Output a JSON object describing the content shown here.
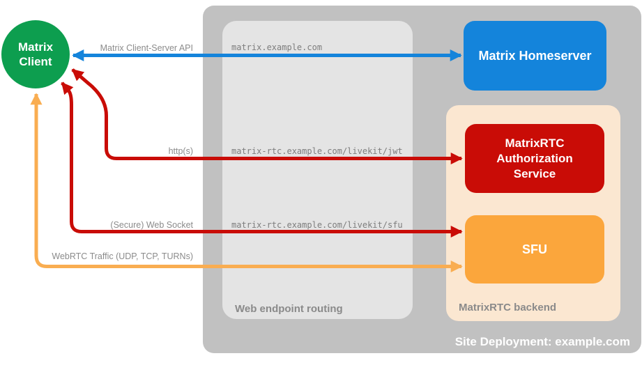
{
  "containers": {
    "site": {
      "label": "Site Deployment: example.com"
    },
    "routing": {
      "label": "Web endpoint routing",
      "endpoints": [
        "matrix.example.com",
        "matrix-rtc.example.com/livekit/jwt",
        "matrix-rtc.example.com/livekit/sfu"
      ]
    },
    "backend": {
      "label": "MatrixRTC backend"
    }
  },
  "nodes": {
    "client": {
      "label": "Matrix Client"
    },
    "homeserver": {
      "label": "Matrix Homeserver"
    },
    "auth_service": {
      "label": "MatrixRTC Authorization Service"
    },
    "sfu": {
      "label": "SFU"
    }
  },
  "arrows": [
    {
      "name": "matrix-client-server-api",
      "label": "Matrix Client-Server API",
      "from": "Matrix Client",
      "to": "Matrix Homeserver",
      "color": "#1484db",
      "bidirectional": true
    },
    {
      "name": "https",
      "label": "http(s)",
      "from": "Matrix Client",
      "to": "MatrixRTC Authorization Service",
      "color": "#c90c06",
      "bidirectional": true
    },
    {
      "name": "secure-web-socket",
      "label": "(Secure) Web Socket",
      "from": "Matrix Client",
      "to": "SFU",
      "color": "#c90c06",
      "bidirectional": true
    },
    {
      "name": "webrtc-traffic",
      "label": "WebRTC Traffic (UDP, TCP, TURNs)",
      "from": "Matrix Client",
      "to": "SFU",
      "color": "#f9ad51",
      "bidirectional": true
    }
  ],
  "colors": {
    "site_container": "#c1c1c1",
    "routing_box": "#e4e4e4",
    "backend_box": "#fbe7d1",
    "client_node": "#0d9e4f",
    "homeserver_node": "#1484db",
    "auth_node": "#c90c06",
    "sfu_node": "#fba63c",
    "arrow_blue": "#1484db",
    "arrow_red": "#c90c06",
    "arrow_orange": "#f9ad51",
    "label_gray": "#8a8a8a",
    "endpoint_text": "#7d7d7d",
    "node_text": "#ffffff"
  }
}
